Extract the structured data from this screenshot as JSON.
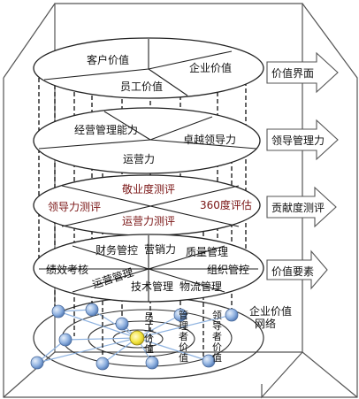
{
  "layers": [
    {
      "ellipse_labels": [
        "客户价值",
        "企业价值",
        "员工价值"
      ],
      "side_label": "价值界面"
    },
    {
      "ellipse_labels": [
        "经营管理能力",
        "卓越领导力",
        "运营力"
      ],
      "side_label": "领导管理力"
    },
    {
      "ellipse_labels": [
        "敬业度测评",
        "领导力测评",
        "360度评估",
        "运营力测评"
      ],
      "side_label": "贡献度测评"
    },
    {
      "ellipse_labels": [
        "财务管控",
        "营销力",
        "质量管理",
        "绩效考核",
        "组织管控",
        "运营管理",
        "技术管理",
        "物流管理"
      ],
      "side_label": "价值要素"
    }
  ],
  "network": {
    "side_label": "企业价值网络",
    "vertical_labels": [
      "员工价值",
      "管理者价值",
      "领导者价值"
    ]
  },
  "colors": {
    "highlight_text": "#7a1515",
    "node_blue": "#7fa6dc",
    "center_node": "#f1e23a"
  }
}
